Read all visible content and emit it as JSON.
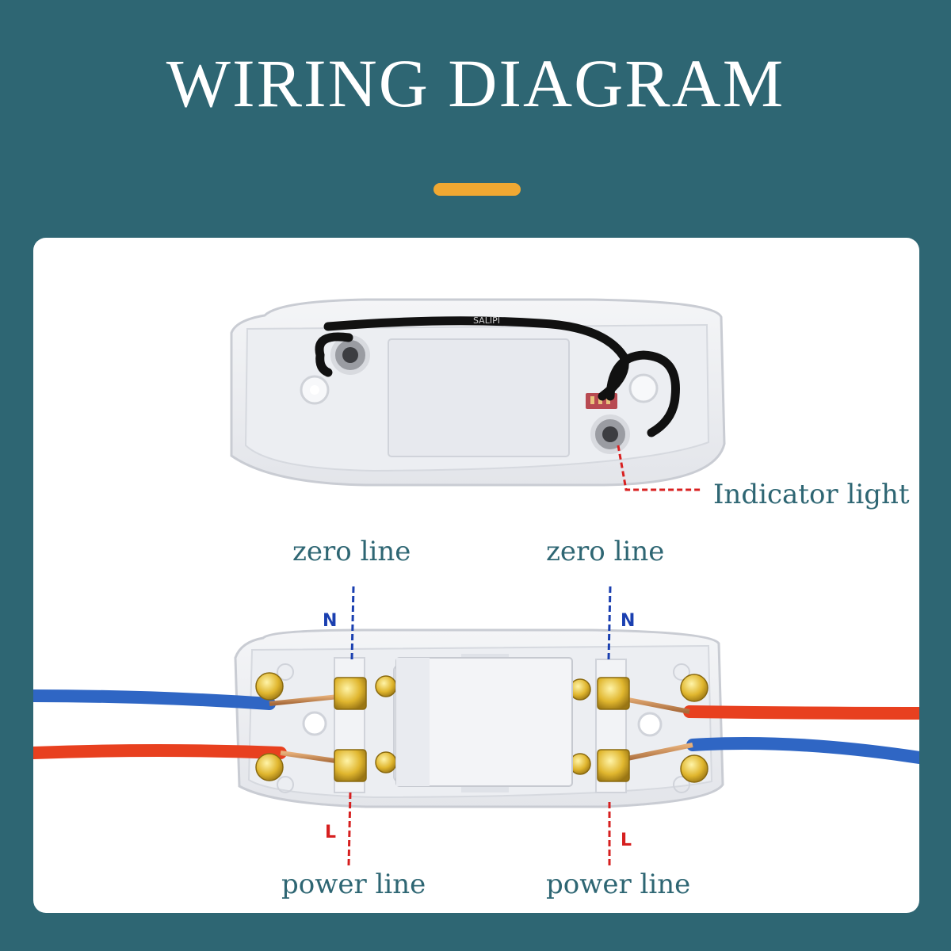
{
  "title": "WIRING DIAGRAM",
  "labels": {
    "indicator": "Indicator light",
    "zero_left": "zero line",
    "zero_right": "zero line",
    "power_left": "power line",
    "power_right": "power line",
    "n_left": "N",
    "n_right": "N",
    "l_left": "L",
    "l_right": "L"
  },
  "brand_marking": "SALIPI",
  "colors": {
    "background": "#2e6673",
    "accent": "#f0a832",
    "label_text": "#2e6673",
    "neutral_wire": "#2f66c4",
    "live_wire": "#e8401f",
    "neutral_marker": "#1a3fb0",
    "live_marker": "#d61f1f"
  }
}
